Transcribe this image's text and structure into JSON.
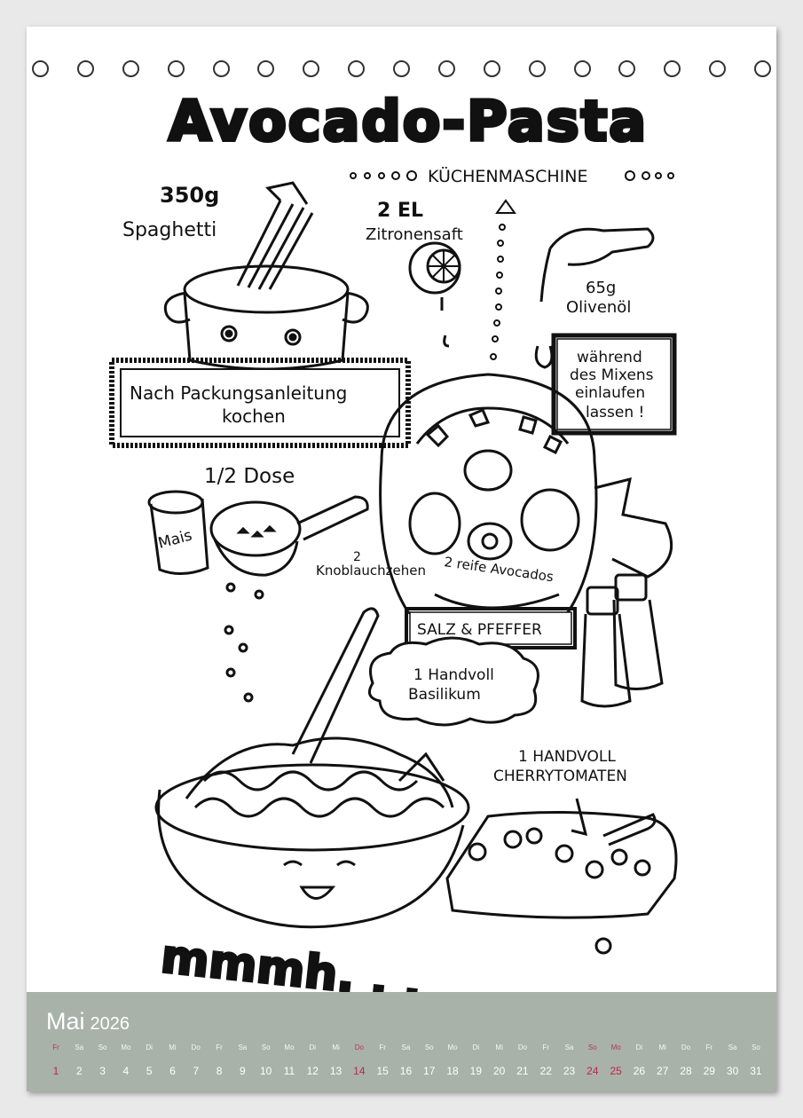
{
  "recipe": {
    "title": "Avocado-Pasta",
    "kuechenmaschine": "KÜCHENMASCHINE",
    "spaghetti_amount": "350g",
    "spaghetti": "Spaghetti",
    "lemon_amount": "2 EL",
    "lemon": "Zitronensaft",
    "oil_amount": "65g",
    "oil": "Olivenöl",
    "cook_line1": "Nach Packungsanleitung",
    "cook_line2": "kochen",
    "mix_line1": "während",
    "mix_line2": "des Mixens",
    "mix_line3": "einlaufen",
    "mix_line4": "lassen !",
    "corn_amount": "1/2 Dose",
    "corn_can": "Mais",
    "garlic_amount": "2",
    "garlic": "Knoblauchzehen",
    "avocados": "2 reife Avocados",
    "salt_pepper": "SALZ & PFEFFER",
    "basil_line1": "1 Handvoll",
    "basil_line2": "Basilikum",
    "tomato_line1": "1 HANDVOLL",
    "tomato_line2": "CHERRYTOMATEN",
    "mmmh": "mmmh. . ."
  },
  "calendar": {
    "month": "Mai",
    "year": "2026",
    "days": [
      {
        "name": "Fr",
        "num": "1",
        "red": true
      },
      {
        "name": "Sa",
        "num": "2",
        "red": false
      },
      {
        "name": "So",
        "num": "3",
        "red": false
      },
      {
        "name": "Mo",
        "num": "4",
        "red": false
      },
      {
        "name": "Di",
        "num": "5",
        "red": false
      },
      {
        "name": "Mi",
        "num": "6",
        "red": false
      },
      {
        "name": "Do",
        "num": "7",
        "red": false
      },
      {
        "name": "Fr",
        "num": "8",
        "red": false
      },
      {
        "name": "Sa",
        "num": "9",
        "red": false
      },
      {
        "name": "So",
        "num": "10",
        "red": false
      },
      {
        "name": "Mo",
        "num": "11",
        "red": false
      },
      {
        "name": "Di",
        "num": "12",
        "red": false
      },
      {
        "name": "Mi",
        "num": "13",
        "red": false
      },
      {
        "name": "Do",
        "num": "14",
        "red": true
      },
      {
        "name": "Fr",
        "num": "15",
        "red": false
      },
      {
        "name": "Sa",
        "num": "16",
        "red": false
      },
      {
        "name": "So",
        "num": "17",
        "red": false
      },
      {
        "name": "Mo",
        "num": "18",
        "red": false
      },
      {
        "name": "Di",
        "num": "19",
        "red": false
      },
      {
        "name": "Mi",
        "num": "20",
        "red": false
      },
      {
        "name": "Do",
        "num": "21",
        "red": false
      },
      {
        "name": "Fr",
        "num": "22",
        "red": false
      },
      {
        "name": "Sa",
        "num": "23",
        "red": false
      },
      {
        "name": "So",
        "num": "24",
        "red": true
      },
      {
        "name": "Mo",
        "num": "25",
        "red": true
      },
      {
        "name": "Di",
        "num": "26",
        "red": false
      },
      {
        "name": "Mi",
        "num": "27",
        "red": false
      },
      {
        "name": "Do",
        "num": "28",
        "red": false
      },
      {
        "name": "Fr",
        "num": "29",
        "red": false
      },
      {
        "name": "Sa",
        "num": "30",
        "red": false
      },
      {
        "name": "So",
        "num": "31",
        "red": false
      }
    ]
  },
  "colors": {
    "footer_bg": "#a8b2a9",
    "holiday_red": "#c0254a",
    "ink": "#111111"
  }
}
